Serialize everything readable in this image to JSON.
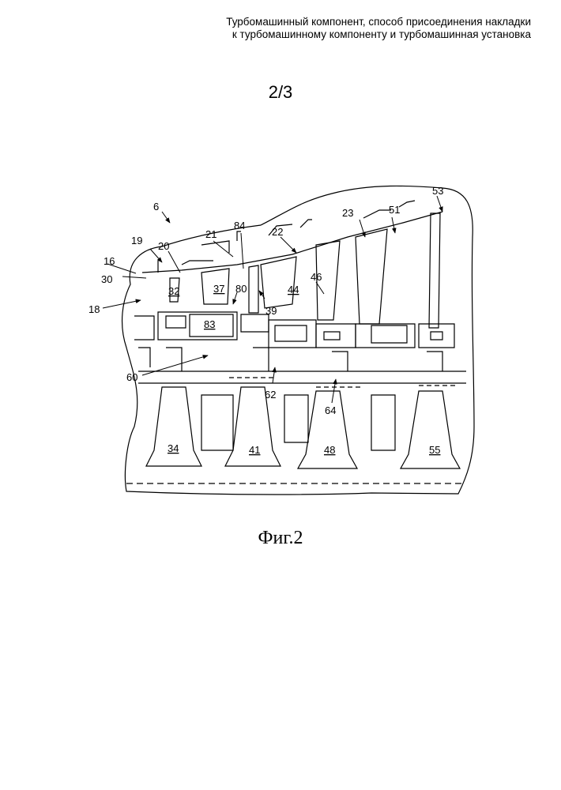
{
  "header": {
    "line1": "Турбомашинный компонент, способ присоединения накладки",
    "line2": "к турбомашинному компоненту и турбомашинная установка"
  },
  "page_number": "2/3",
  "figure_caption": "Фиг.2",
  "labels": {
    "l6": "6",
    "l16": "16",
    "l18": "18",
    "l19": "19",
    "l20": "20",
    "l21": "21",
    "l22": "22",
    "l23": "23",
    "l30": "30",
    "l32": "32",
    "l34": "34",
    "l37": "37",
    "l39": "39",
    "l41": "41",
    "l44": "44",
    "l46": "46",
    "l48": "48",
    "l51": "51",
    "l53": "53",
    "l55": "55",
    "l60": "60",
    "l62": "62",
    "l64": "64",
    "l80": "80",
    "l83": "83",
    "l84": "84"
  }
}
